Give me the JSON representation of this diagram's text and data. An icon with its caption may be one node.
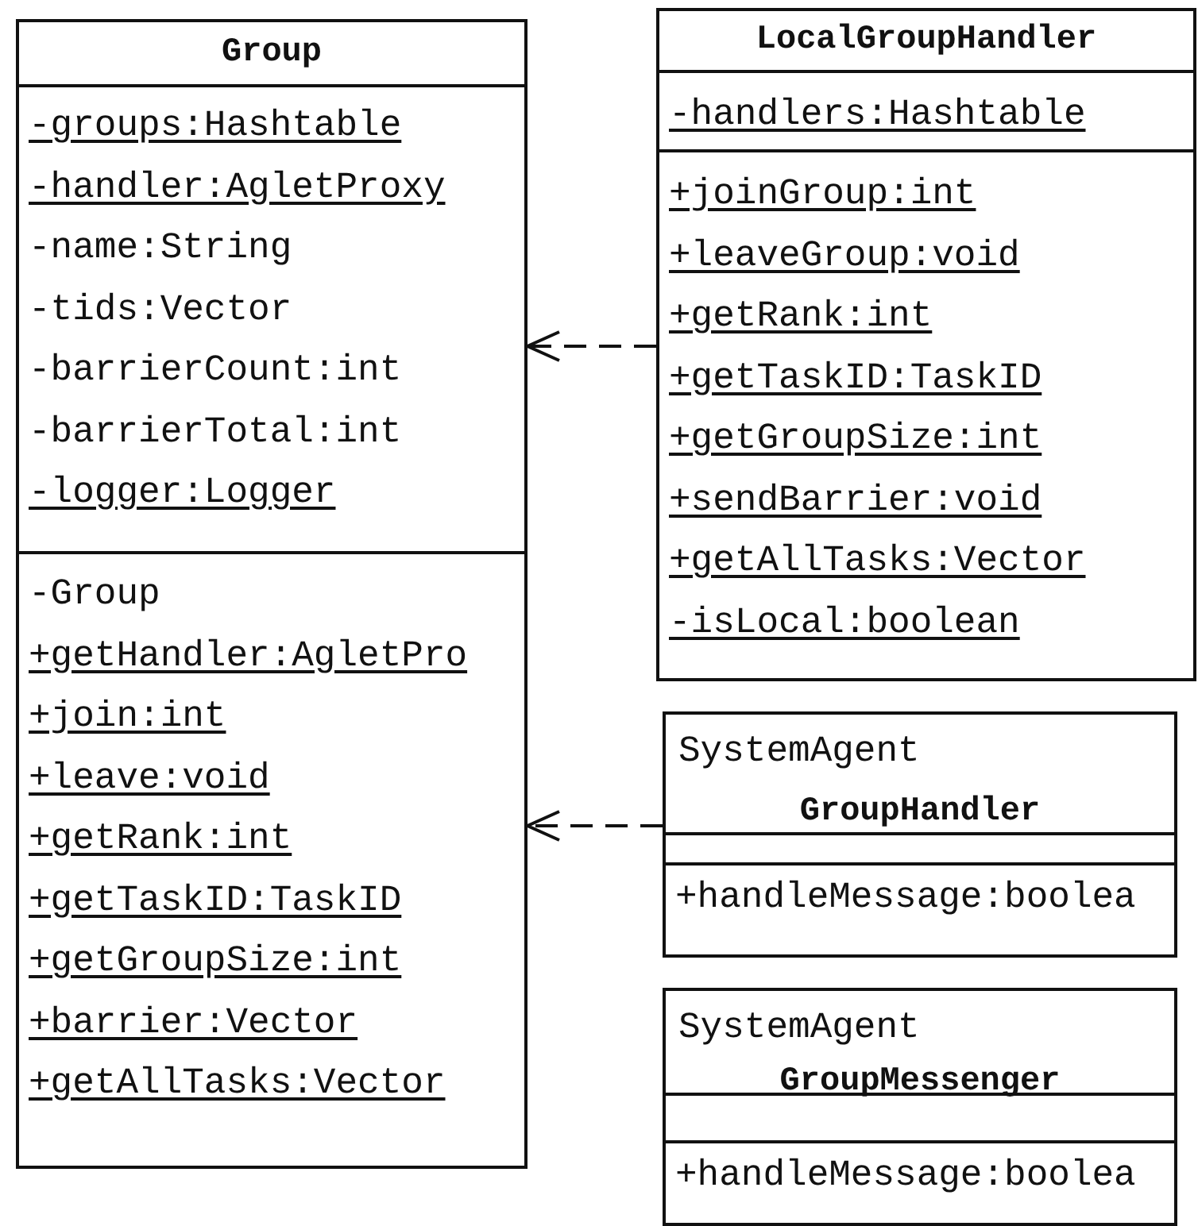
{
  "diagram": {
    "nodes": [
      {
        "text": [
          "Group"
        ]
      },
      {
        "text": [
          "-groups:Hashtable",
          "-handler:AgletProxy",
          "-name:String",
          "-tids:Vector",
          "-barrierCount:int",
          "-barrierTotal:int",
          "-logger:Logger"
        ],
        "in": 0
      },
      {
        "text": [
          "-Group",
          "+getHandler:AgletPro",
          "+join:int",
          "+leave:void",
          "+getRank:int",
          "+getTaskID:TaskID",
          "+getGroupSize:int",
          "+barrier:Vector",
          "+getAllTasks:Vector"
        ],
        "in": 0
      },
      {
        "text": [
          "LocalGroupHandler"
        ]
      },
      {
        "text": [
          "-handlers:Hashtable"
        ],
        "in": 3
      },
      {
        "text": [
          "+joinGroup:int",
          "+leaveGroup:void",
          "+getRank:int",
          "+getTaskID:TaskID",
          "+getGroupSize:int",
          "+sendBarrier:void",
          "+getAllTasks:Vector",
          "-isLocal:boolean"
        ],
        "in": 3
      },
      {
        "text": [
          "SystemAgent",
          "GroupHandler"
        ]
      },
      {
        "text": [
          "+handleMessage:boolea"
        ],
        "in": 6
      },
      {
        "text": [
          "SystemAgent",
          "GroupMessenger"
        ]
      },
      {
        "text": [
          "+handleMessage:boolea"
        ],
        "in": 8
      }
    ],
    "edges": [
      {
        "from": 3,
        "to": 0,
        "arrow": "to",
        "style": "dashed"
      },
      {
        "from": 6,
        "to": 0,
        "arrow": "to",
        "style": "dashed"
      }
    ]
  }
}
